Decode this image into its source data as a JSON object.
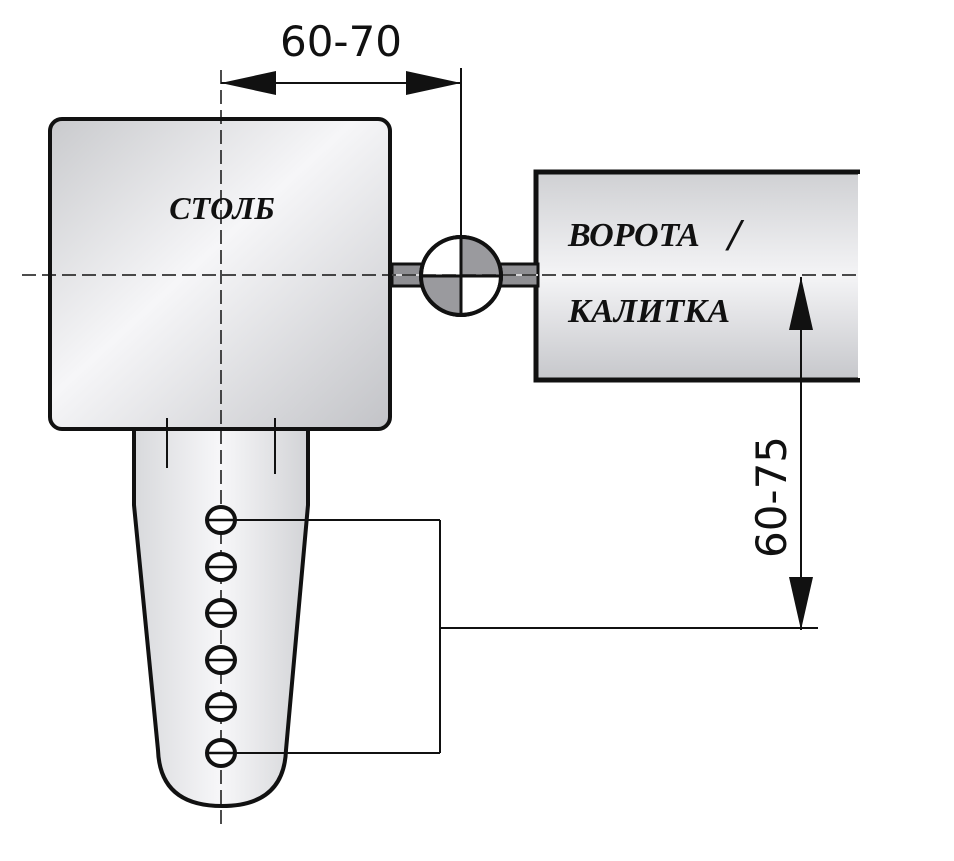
{
  "labels": {
    "post": "СТОЛБ",
    "gate_line1": "ВОРОТА",
    "gate_slash": "/",
    "gate_line2": "КАЛИТКА"
  },
  "dimensions": {
    "horizontal": "60-70",
    "vertical": "60-75"
  },
  "colors": {
    "stroke": "#111111",
    "fill_light": "#f2f2f4",
    "fill_dark": "#c4c5c9",
    "hinge_dark": "#9a9a9e"
  }
}
